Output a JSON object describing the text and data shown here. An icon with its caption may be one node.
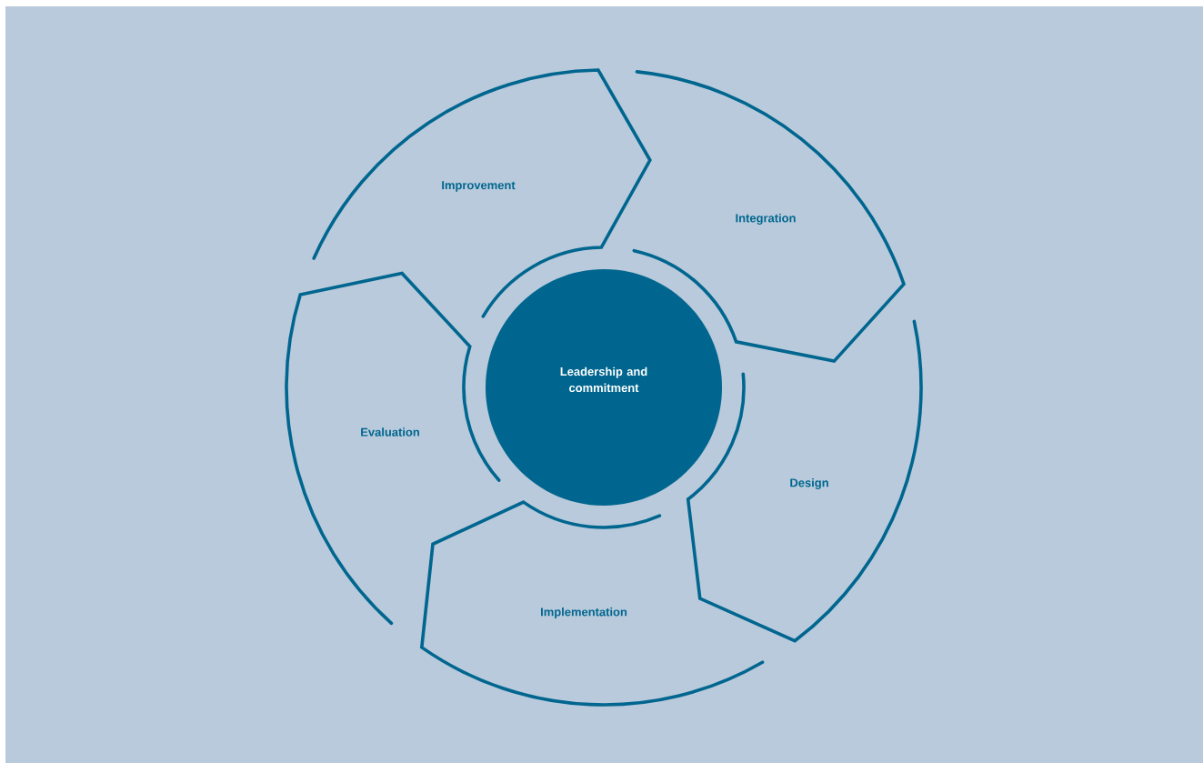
{
  "diagram": {
    "nodes": [
      {
        "text": [
          "Leadership and commitment"
        ]
      },
      {
        "text": [
          "Integration"
        ]
      },
      {
        "text": [
          "Design"
        ]
      },
      {
        "text": [
          "Implementation"
        ]
      },
      {
        "text": [
          "Evaluation"
        ]
      },
      {
        "text": [
          "Improvement"
        ]
      }
    ]
  }
}
